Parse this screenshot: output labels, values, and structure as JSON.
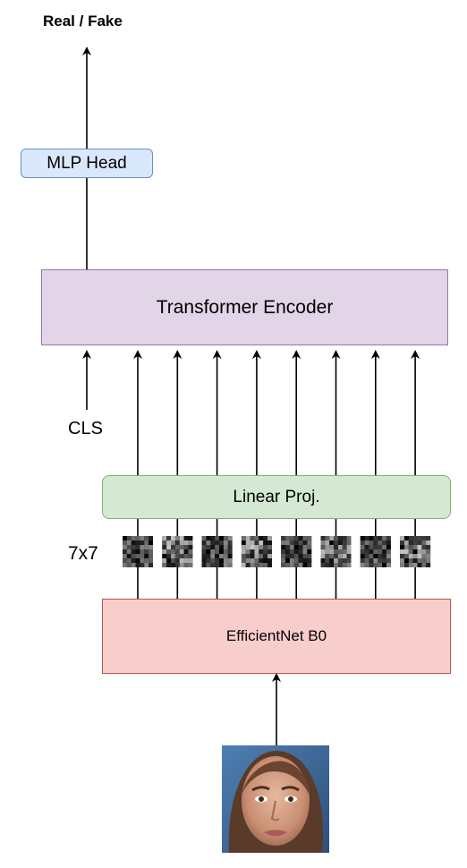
{
  "output_label": "Real / Fake",
  "blocks": {
    "mlp_head": {
      "label": "MLP Head",
      "fill": "#dae8fc",
      "stroke": "#6c8ebf"
    },
    "transformer_encoder": {
      "label": "Transformer Encoder",
      "fill": "#e1d5e7",
      "stroke": "#9673a6"
    },
    "linear_proj": {
      "label": "Linear Proj.",
      "fill": "#d5e8d4",
      "stroke": "#82b366"
    },
    "efficientnet": {
      "label": "EfficientNet B0",
      "fill": "#f8cecc",
      "stroke": "#b85450"
    }
  },
  "cls_label": "CLS",
  "patch_size_label": "7x7",
  "patch_count": 8,
  "input_image": "face-photo"
}
